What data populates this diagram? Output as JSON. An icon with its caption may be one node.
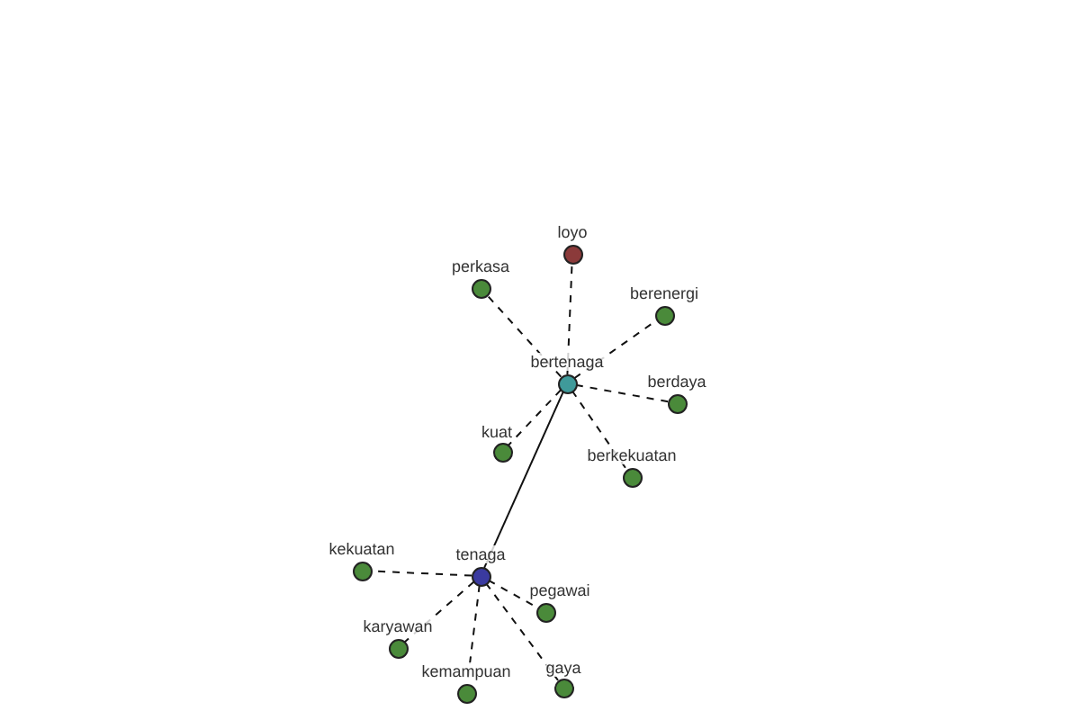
{
  "diagram": {
    "nodes": [
      {
        "text": [],
        "shape": "circle",
        "beside": [
          "loyo"
        ]
      },
      {
        "text": [],
        "shape": "circle",
        "beside": [
          "perkasa"
        ]
      },
      {
        "text": [],
        "shape": "circle",
        "beside": [
          "berenergi"
        ]
      },
      {
        "text": [],
        "shape": "circle",
        "beside": [
          "bertenaga"
        ]
      },
      {
        "text": [],
        "shape": "circle",
        "beside": [
          "berdaya"
        ]
      },
      {
        "text": [],
        "shape": "circle",
        "beside": [
          "kuat"
        ]
      },
      {
        "text": [],
        "shape": "circle",
        "beside": [
          "berkekuatan"
        ]
      },
      {
        "text": [],
        "shape": "circle",
        "beside": [
          "kekuatan"
        ]
      },
      {
        "text": [],
        "shape": "circle",
        "beside": [
          "tenaga"
        ]
      },
      {
        "text": [],
        "shape": "circle",
        "beside": [
          "pegawai"
        ]
      },
      {
        "text": [],
        "shape": "circle",
        "beside": [
          "karyawan"
        ]
      },
      {
        "text": [],
        "shape": "circle",
        "beside": [
          "kemampuan"
        ]
      },
      {
        "text": [],
        "shape": "circle",
        "beside": [
          "gaya"
        ]
      }
    ],
    "edges": [
      {
        "from": 3,
        "to": 0,
        "arrow": "none",
        "style": "dashed"
      },
      {
        "from": 3,
        "to": 1,
        "arrow": "none",
        "style": "dashed"
      },
      {
        "from": 3,
        "to": 2,
        "arrow": "none",
        "style": "dashed"
      },
      {
        "from": 3,
        "to": 4,
        "arrow": "none",
        "style": "dashed"
      },
      {
        "from": 3,
        "to": 5,
        "arrow": "none",
        "style": "dashed"
      },
      {
        "from": 3,
        "to": 6,
        "arrow": "none",
        "style": "dashed"
      },
      {
        "from": 3,
        "to": 8,
        "arrow": "none"
      },
      {
        "from": 8,
        "to": 7,
        "arrow": "none",
        "style": "dashed"
      },
      {
        "from": 8,
        "to": 9,
        "arrow": "none",
        "style": "dashed"
      },
      {
        "from": 8,
        "to": 10,
        "arrow": "none",
        "style": "dashed"
      },
      {
        "from": 8,
        "to": 11,
        "arrow": "none",
        "style": "dashed"
      },
      {
        "from": 8,
        "to": 12,
        "arrow": "none",
        "style": "dashed"
      }
    ]
  }
}
